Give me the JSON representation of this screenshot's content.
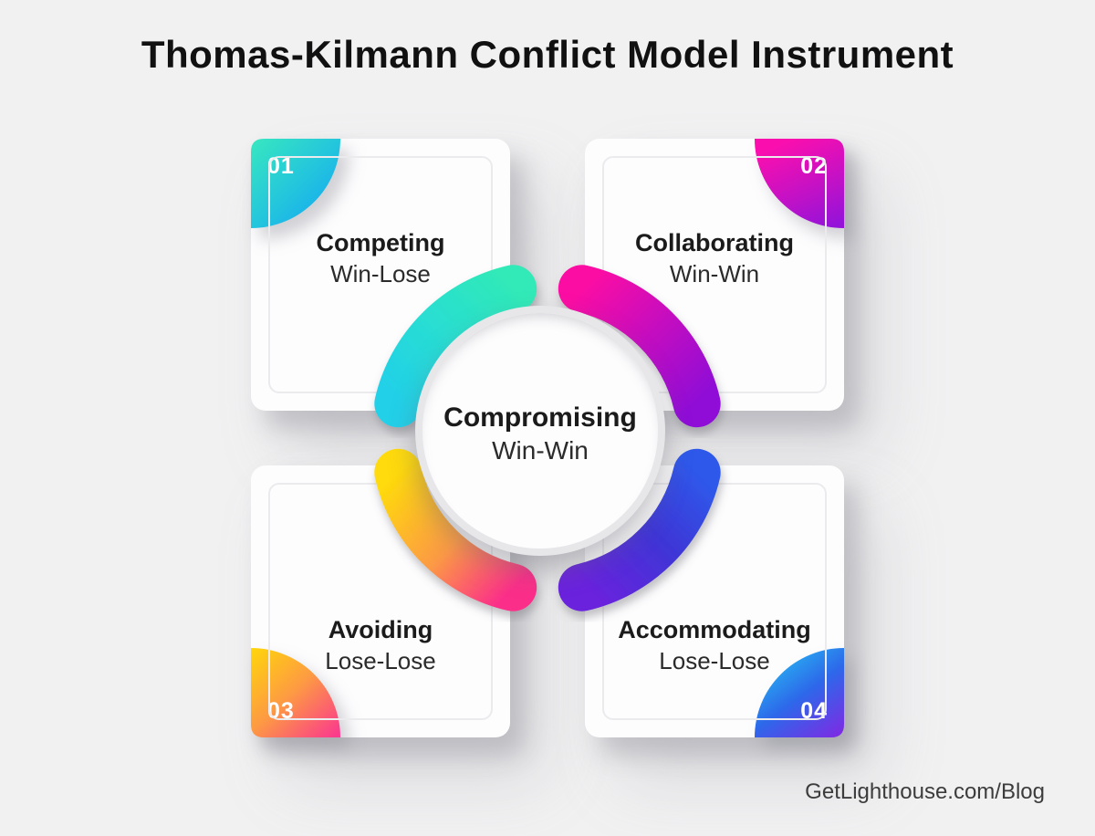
{
  "title": "Thomas-Kilmann Conflict Model Instrument",
  "footer": "GetLighthouse.com/Blog",
  "colors": {
    "background": "#f1f1f2",
    "card": "#fdfdfe",
    "title_text": "#111111",
    "card_text": "#1b1b1b",
    "badge_text": "#ffffff"
  },
  "cards": [
    {
      "number": "01",
      "name": "Competing",
      "outcome": "Win-Lose",
      "corner": "top-left",
      "badge_gradient": {
        "from": "#38e7c0",
        "mid": "#25c8da",
        "to": "#12a6f4"
      }
    },
    {
      "number": "02",
      "name": "Collaborating",
      "outcome": "Win-Win",
      "corner": "top-right",
      "badge_gradient": {
        "from": "#fa0fae",
        "mid": "#c911c3",
        "to": "#9513d8"
      }
    },
    {
      "number": "03",
      "name": "Avoiding",
      "outcome": "Lose-Lose",
      "corner": "bottom-left",
      "badge_gradient": {
        "from": "#ffd60a",
        "mid": "#fd9a43",
        "to": "#fb3b8c"
      }
    },
    {
      "number": "04",
      "name": "Accommodating",
      "outcome": "Lose-Lose",
      "corner": "bottom-right",
      "badge_gradient": {
        "from": "#27c3f2",
        "mid": "#2d68ea",
        "to": "#7c2ce4"
      }
    }
  ],
  "center": {
    "name": "Compromising",
    "outcome": "Win-Win"
  },
  "ring": {
    "arcs": [
      {
        "position": "top-left",
        "from": "#30e9b8",
        "mid": "#29ded2",
        "to": "#21d0e8"
      },
      {
        "position": "top-right",
        "from": "#fb0ba3",
        "mid": "#c40ec0",
        "to": "#8f11d6"
      },
      {
        "position": "bottom-left",
        "from": "#ffda0c",
        "mid": "#fc9a45",
        "to": "#fb2f89"
      },
      {
        "position": "bottom-right",
        "from": "#2e58ea",
        "mid": "#3e35d6",
        "to": "#6b22dd"
      }
    ]
  }
}
